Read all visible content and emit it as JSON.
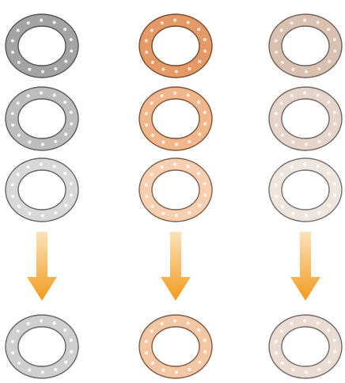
{
  "columns": [
    {
      "id": "gray",
      "rings": [
        {
          "fill": "#a3a3a3",
          "stroke": "#555555",
          "dots": "#f2f2f2"
        },
        {
          "fill": "#bdbdbd",
          "stroke": "#5c5c5c",
          "dots": "#f5f5f5"
        },
        {
          "fill": "#d8d8d8",
          "stroke": "#666666",
          "dots": "#fafafa"
        }
      ],
      "result": {
        "fill": "#cfcfcf",
        "stroke": "#666666",
        "dots": "#fafafa"
      }
    },
    {
      "id": "orange",
      "rings": [
        {
          "fill": "#e39a66",
          "stroke": "#7a4a2a",
          "dots": "#fde6d3"
        },
        {
          "fill": "#f0b68c",
          "stroke": "#7d5237",
          "dots": "#fff0e4"
        },
        {
          "fill": "#f6cfb1",
          "stroke": "#80604a",
          "dots": "#fff6ee"
        }
      ],
      "result": {
        "fill": "#f4c7a4",
        "stroke": "#7d5a44",
        "dots": "#fff6ee"
      }
    },
    {
      "id": "beige",
      "rings": [
        {
          "fill": "#d9c1b2",
          "stroke": "#6e6059",
          "dots": "#f8eee8"
        },
        {
          "fill": "#e5d4ca",
          "stroke": "#6f6560",
          "dots": "#fbf4f0"
        },
        {
          "fill": "#efe5df",
          "stroke": "#737070",
          "dots": "#fdfaf8"
        }
      ],
      "result": {
        "fill": "#eadcd3",
        "stroke": "#706a66",
        "dots": "#fdfaf8"
      }
    }
  ],
  "arrow": {
    "color_top": "#fbe2b8",
    "color_bottom": "#f29a1d",
    "icon": "down-arrow-icon"
  }
}
